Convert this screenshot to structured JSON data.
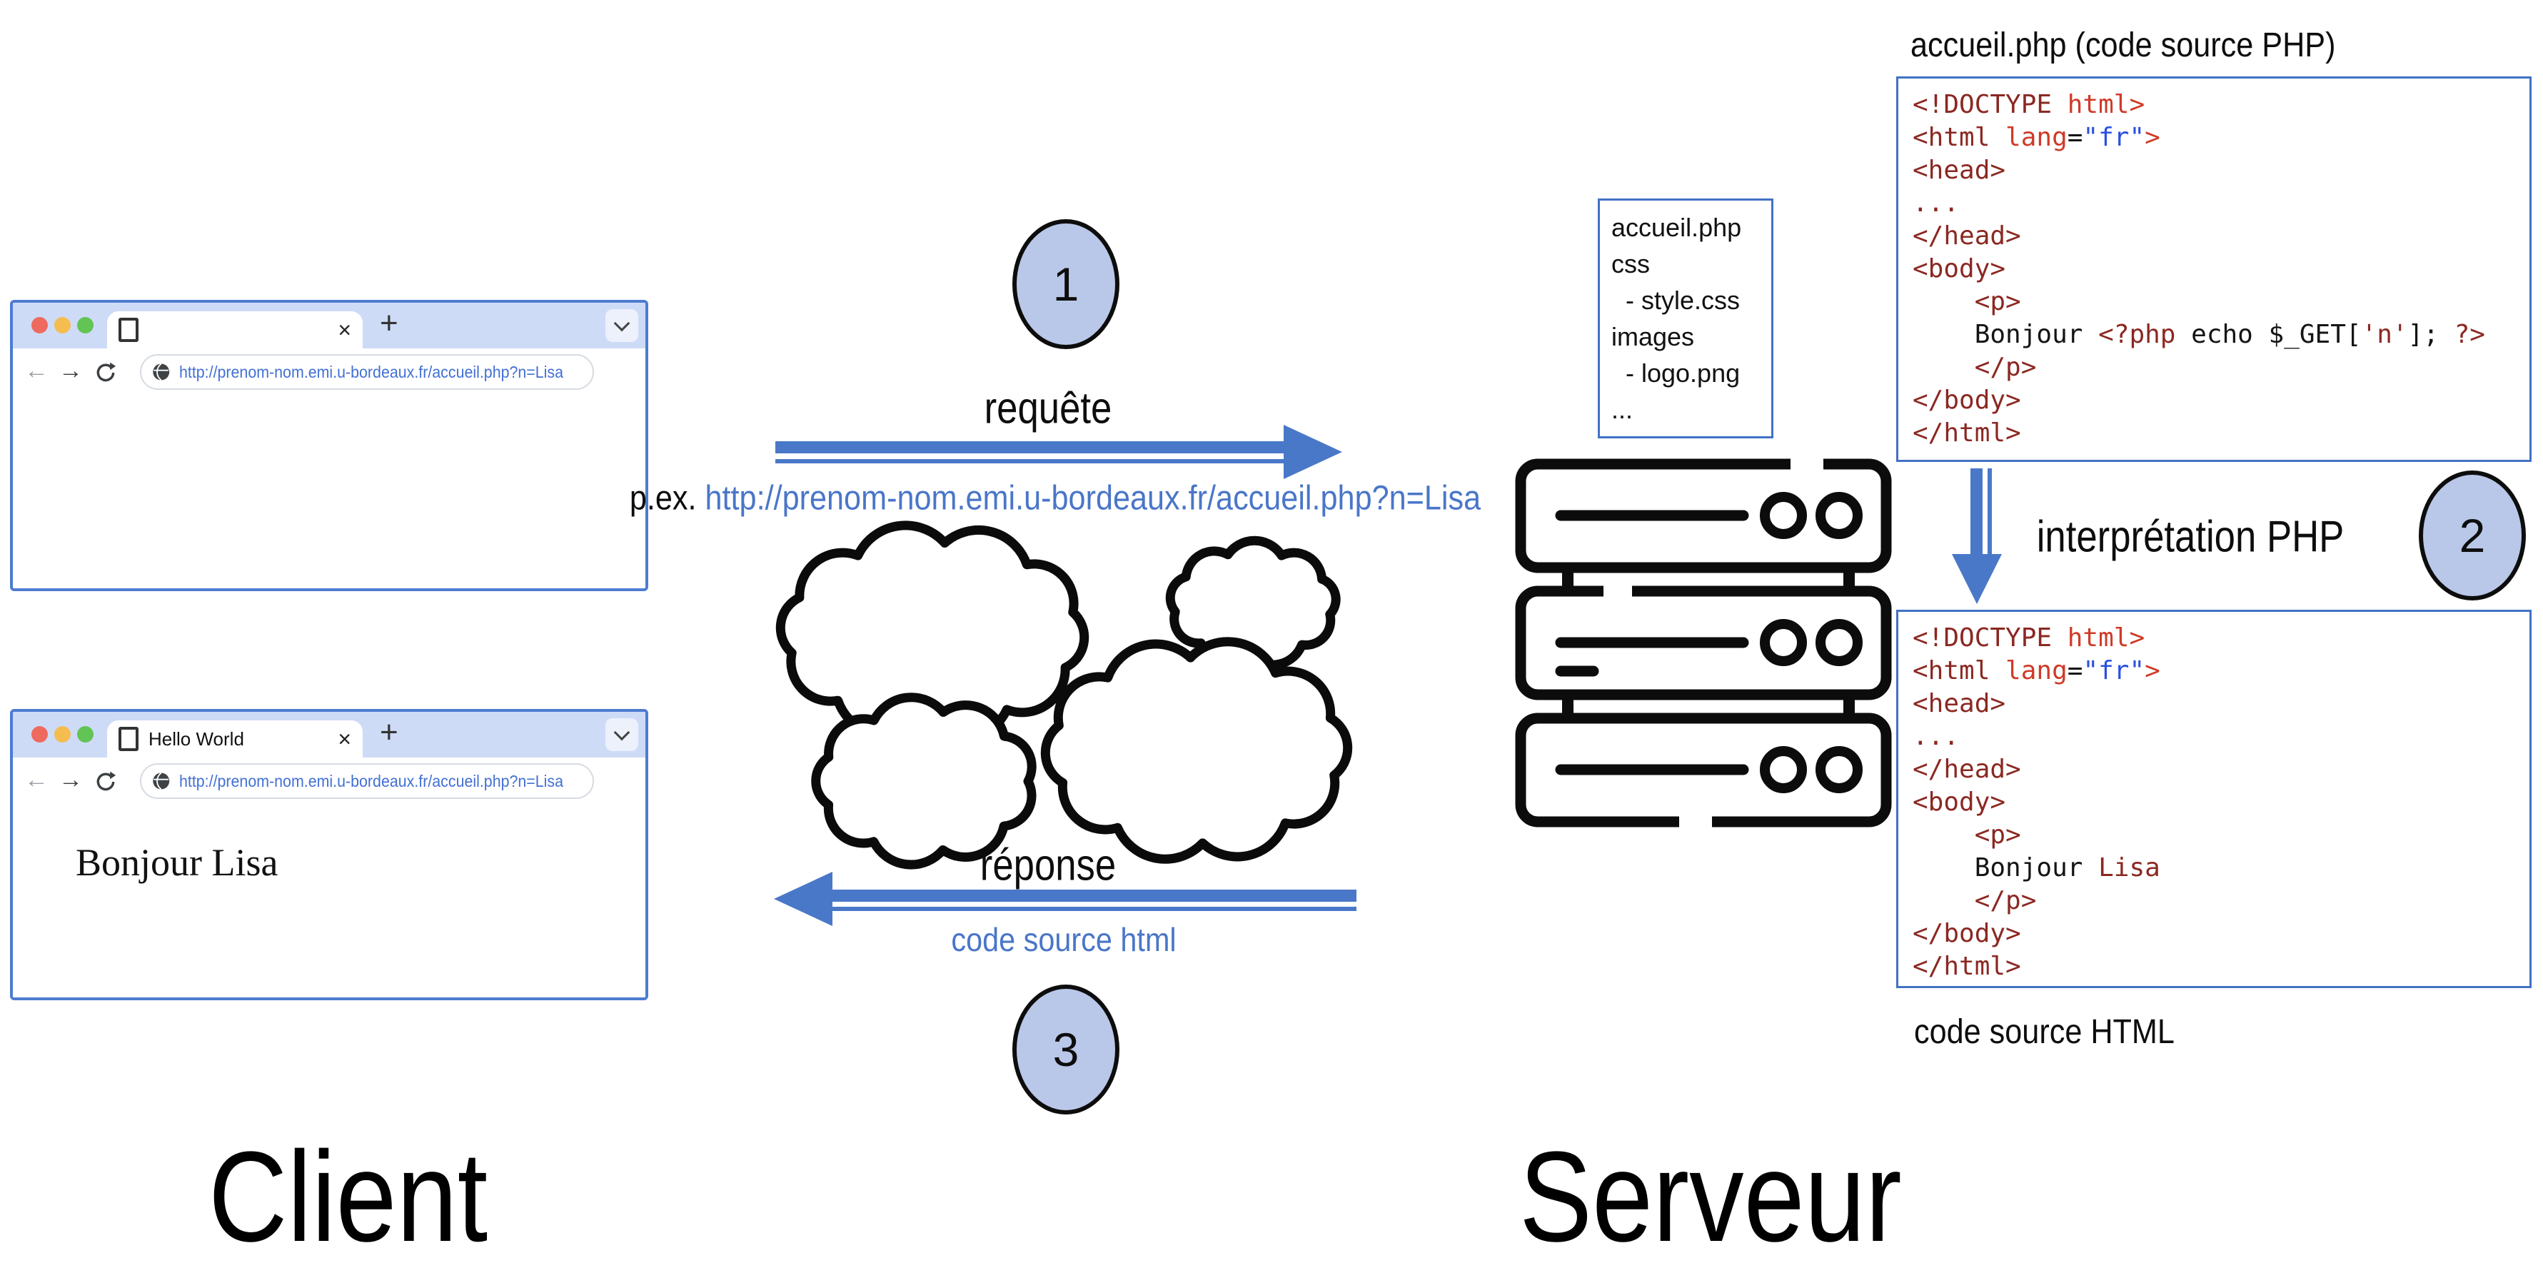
{
  "diagram": {
    "client_label": "Client",
    "server_label": "Serveur",
    "steps": [
      "1",
      "2",
      "3"
    ],
    "request_label": "requête",
    "response_label": "réponse",
    "request_example": {
      "prefix": "p.ex. ",
      "url": "http://prenom-nom.emi.u-bordeaux.fr/accueil.php?n=Lisa"
    },
    "response_caption": "code source html",
    "interpretation_label": "interprétation PHP",
    "php_code_title": "accueil.php (code source PHP)",
    "html_code_caption": "code source HTML"
  },
  "browser1": {
    "tab_title": "",
    "url": "http://prenom-nom.emi.u-bordeaux.fr/accueil.php?n=Lisa",
    "page_text": ""
  },
  "browser2": {
    "tab_title": "Hello World",
    "url": "http://prenom-nom.emi.u-bordeaux.fr/accueil.php?n=Lisa",
    "page_text": "Bonjour Lisa"
  },
  "icons": {
    "back": "←",
    "forward": "→",
    "close": "×",
    "new_tab": "+",
    "reload": "reload-icon",
    "globe": "globe-icon",
    "page": "page-icon",
    "chevron_down": "chevron-down-icon"
  },
  "file_box": {
    "lines": [
      "accueil.php",
      "css",
      "  - style.css",
      "images",
      "  - logo.png",
      "..."
    ]
  },
  "code_php": {
    "lines": [
      [
        [
          "<!DOCTYPE ",
          "tag"
        ],
        [
          "html>",
          "kw"
        ]
      ],
      [
        [
          "<html ",
          "tag"
        ],
        [
          "lang",
          "kw"
        ],
        [
          "=",
          "txt"
        ],
        [
          "\"fr\"",
          "val"
        ],
        [
          ">",
          "kw"
        ]
      ],
      [
        [
          "<head>",
          "tag"
        ]
      ],
      [
        [
          "...",
          "tag"
        ]
      ],
      [
        [
          "</head>",
          "tag"
        ]
      ],
      [
        [
          "<body>",
          "tag"
        ]
      ],
      [
        [
          "    <p>",
          "tag"
        ]
      ],
      [
        [
          "    Bonjour ",
          "txt"
        ],
        [
          "<?php ",
          "tag"
        ],
        [
          "echo ",
          "txt"
        ],
        [
          "$_GET[",
          "txt"
        ],
        [
          "'n'",
          "tag"
        ],
        [
          "]; ",
          "txt"
        ],
        [
          "?>",
          "tag"
        ]
      ],
      [
        [
          "    </p>",
          "tag"
        ]
      ],
      [
        [
          "</body>",
          "tag"
        ]
      ],
      [
        [
          "</html>",
          "tag"
        ]
      ]
    ]
  },
  "code_html": {
    "lines": [
      [
        [
          "<!DOCTYPE ",
          "tag"
        ],
        [
          "html>",
          "kw"
        ]
      ],
      [
        [
          "<html ",
          "tag"
        ],
        [
          "lang",
          "kw"
        ],
        [
          "=",
          "txt"
        ],
        [
          "\"fr\"",
          "val"
        ],
        [
          ">",
          "kw"
        ]
      ],
      [
        [
          "<head>",
          "tag"
        ]
      ],
      [
        [
          "...",
          "tag"
        ]
      ],
      [
        [
          "</head>",
          "tag"
        ]
      ],
      [
        [
          "<body>",
          "tag"
        ]
      ],
      [
        [
          "    <p>",
          "tag"
        ]
      ],
      [
        [
          "    Bonjour ",
          "txt"
        ],
        [
          "Lisa",
          "tag"
        ]
      ],
      [
        [
          "    </p>",
          "tag"
        ]
      ],
      [
        [
          "</body>",
          "tag"
        ]
      ],
      [
        [
          "</html>",
          "tag"
        ]
      ]
    ]
  },
  "colors": {
    "browser_border": "#4d7cd0",
    "box_border": "#4272c4",
    "arrow_blue": "#4a78c8",
    "circle_fill": "#b9c8e8",
    "tabbar_bg": "#cedbf7",
    "url_blue": "#4270d4",
    "code_tag": "#8b2822",
    "code_keyword": "#cf3a28",
    "code_value": "#2b50e0",
    "code_text": "#141414",
    "traffic_red": "#ee6a5f",
    "traffic_yellow": "#f5bd4f",
    "traffic_green": "#62c454"
  }
}
